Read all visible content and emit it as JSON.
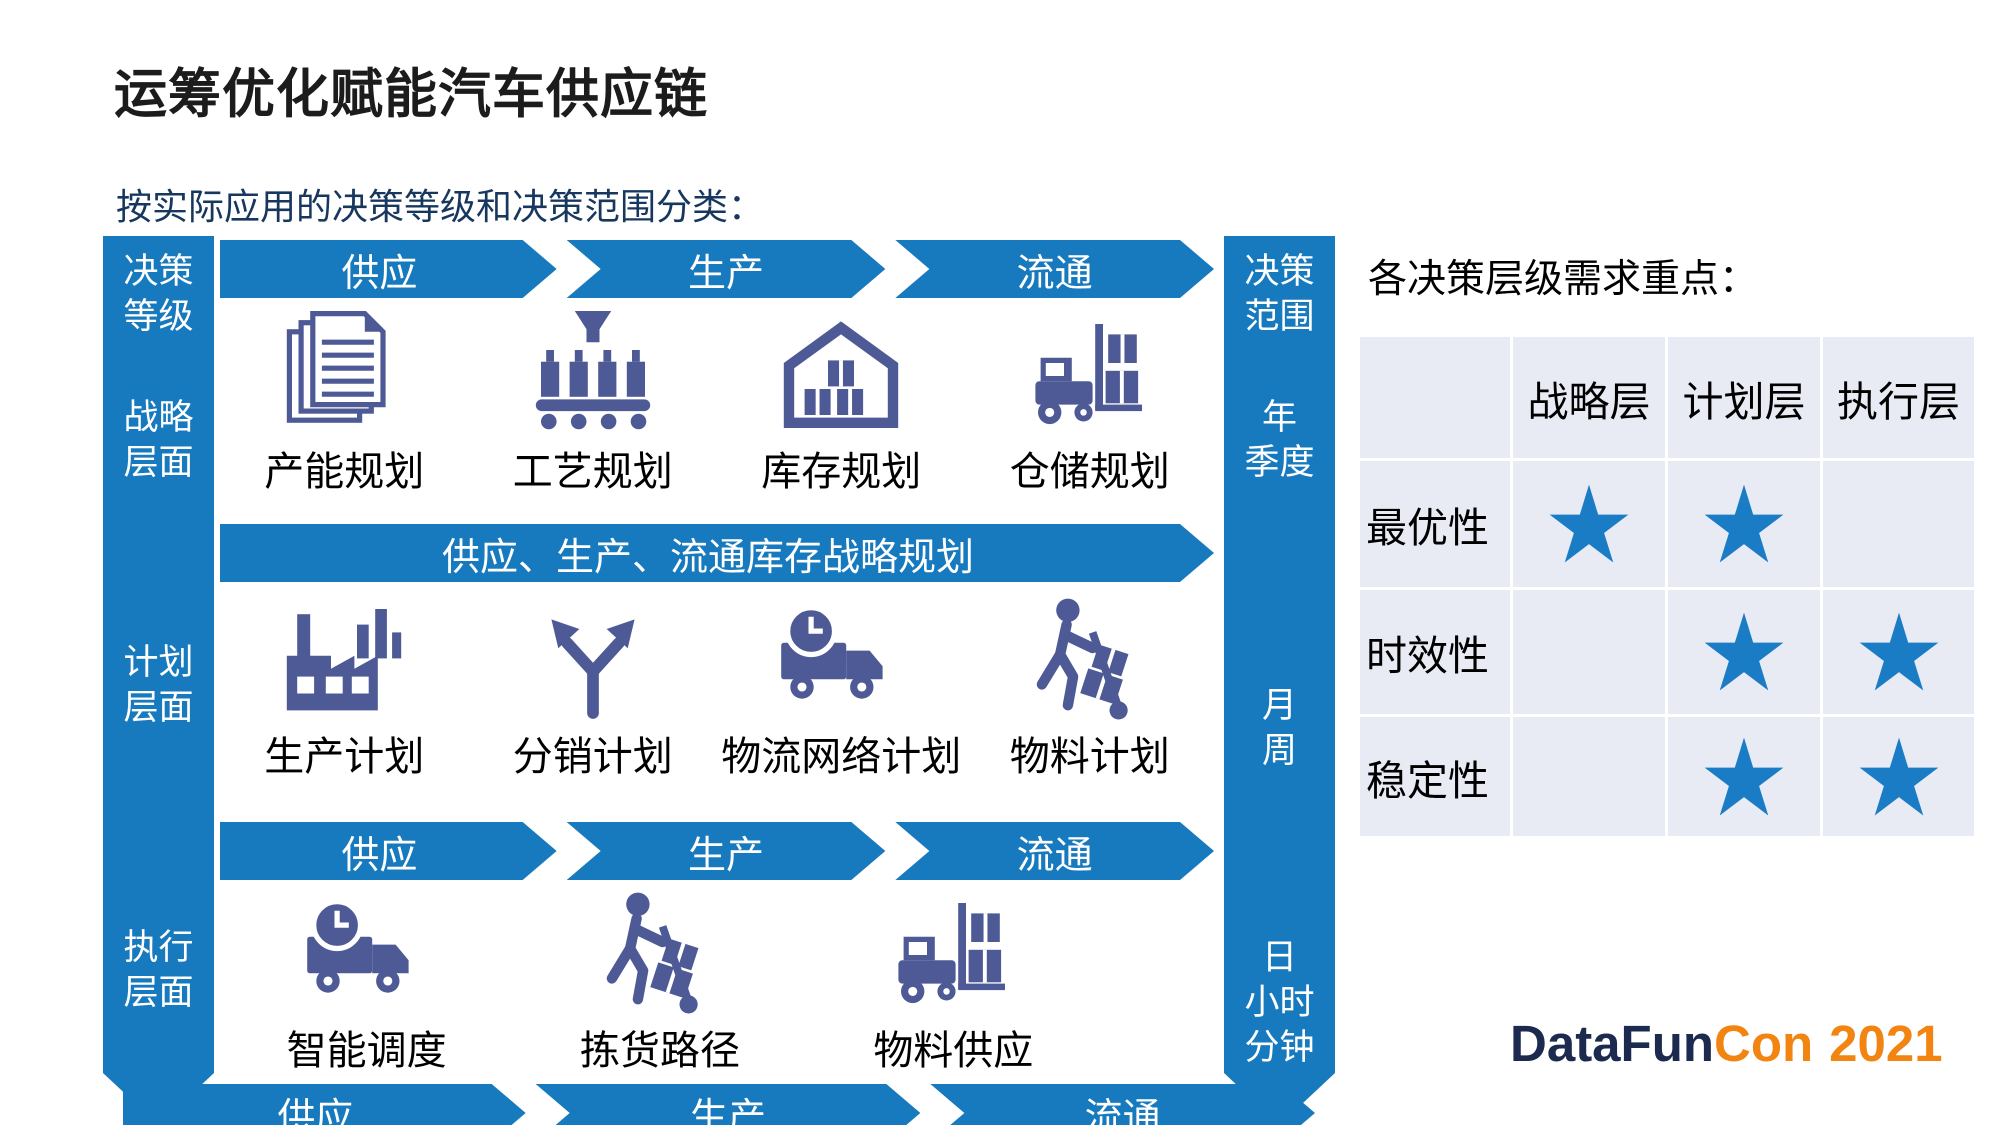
{
  "page": {
    "title": "运筹优化赋能汽车供应链",
    "subtitle": "按实际应用的决策等级和决策范围分类："
  },
  "diagram": {
    "left_axis": {
      "header": "决策\n等级",
      "levels": [
        "战略\n层面",
        "计划\n层面",
        "执行\n层面"
      ]
    },
    "right_axis": {
      "header": "决策\n范围",
      "scopes": [
        "年\n季度",
        "月\n周",
        "日\n小时\n分钟"
      ]
    },
    "band_top": {
      "segments": [
        "供应",
        "生产",
        "流通"
      ]
    },
    "band_strategy": {
      "label": "供应、生产、流通库存战略规划"
    },
    "band_exec": {
      "segments": [
        "供应",
        "生产",
        "流通"
      ]
    },
    "band_bottom": {
      "segments": [
        "供应",
        "生产",
        "流通"
      ]
    },
    "strategic_row": {
      "items": [
        {
          "label": "产能规划",
          "icon": "documents-icon"
        },
        {
          "label": "工艺规划",
          "icon": "production-line-icon"
        },
        {
          "label": "库存规划",
          "icon": "warehouse-icon"
        },
        {
          "label": "仓储规划",
          "icon": "forklift-icon"
        }
      ]
    },
    "planning_row": {
      "items": [
        {
          "label": "生产计划",
          "icon": "factory-icon"
        },
        {
          "label": "分销计划",
          "icon": "split-arrows-icon"
        },
        {
          "label": "物流网络计划",
          "icon": "truck-clock-icon"
        },
        {
          "label": "物料计划",
          "icon": "hand-truck-icon"
        }
      ]
    },
    "execution_row": {
      "items": [
        {
          "label": "智能调度",
          "icon": "truck-clock-icon"
        },
        {
          "label": "拣货路径",
          "icon": "hand-truck-icon"
        },
        {
          "label": "物料供应",
          "icon": "forklift-icon"
        }
      ]
    }
  },
  "needs_panel": {
    "heading": "各决策层级需求重点：",
    "columns": [
      "战略层",
      "计划层",
      "执行层"
    ],
    "rows": [
      {
        "label": "最优性",
        "stars": [
          true,
          true,
          false
        ]
      },
      {
        "label": "时效性",
        "stars": [
          false,
          true,
          true
        ]
      },
      {
        "label": "稳定性",
        "stars": [
          false,
          true,
          true
        ]
      }
    ]
  },
  "logo": {
    "brand_dark": "DataFun",
    "brand_accent": "Con",
    "year": "2021"
  },
  "colors": {
    "band_blue": "#187ABE",
    "icon_blue": "#4E5A96",
    "table_bg": "#E9EBF4",
    "star_blue": "#1B7CC6",
    "logo_navy": "#1B2A4E",
    "logo_orange": "#F28411"
  }
}
